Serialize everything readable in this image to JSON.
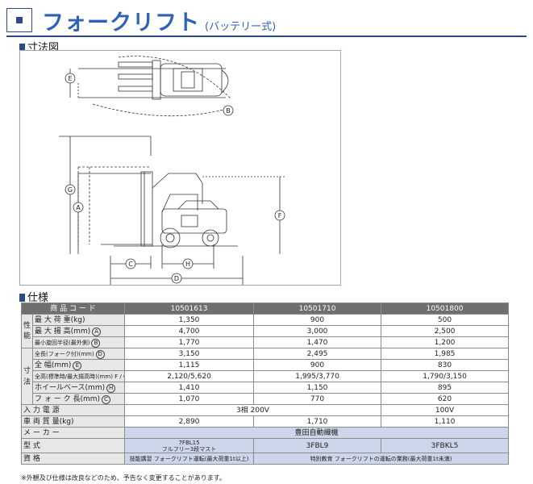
{
  "header": {
    "title": "フォークリフト",
    "subtitle": "(バッテリー式)"
  },
  "sections": {
    "dimensions": "寸法図",
    "specs": "仕様"
  },
  "diagram": {
    "labels": {
      "A": "A",
      "B": "B",
      "C": "C",
      "D": "D",
      "E": "E",
      "F": "F",
      "G": "G",
      "H": "H"
    }
  },
  "table": {
    "header": {
      "code_label": "商 品 コ ー ド",
      "codes": [
        "10501613",
        "10501710",
        "10501800"
      ]
    },
    "group_perf": "性能",
    "group_dim": "寸法",
    "rows": {
      "max_load": {
        "label": "最 大 荷 重(kg)",
        "values": [
          "1,350",
          "900",
          "500"
        ]
      },
      "max_lift": {
        "label": "最 大 揚 高(mm)",
        "mark": "A",
        "values": [
          "4,700",
          "3,000",
          "2,500"
        ]
      },
      "min_radius": {
        "label": "最小旋回半径(最外側)",
        "mark": "B",
        "values": [
          "1,770",
          "1,470",
          "1,200"
        ]
      },
      "length": {
        "label": "全長(フォーク付)(mm)",
        "mark": "D",
        "values": [
          "3,150",
          "2,495",
          "1,985"
        ]
      },
      "width": {
        "label": "全 幅(mm)",
        "mark": "E",
        "values": [
          "1,115",
          "900",
          "830"
        ]
      },
      "height": {
        "label": "全高(標準時/最大揚高時)(mm)",
        "mark": "F / G",
        "values": [
          "2,120/5,620",
          "1,995/3,770",
          "1,790/3,150"
        ]
      },
      "wheelbase": {
        "label": "ホイールベース(mm)",
        "mark": "H",
        "values": [
          "1,410",
          "1,150",
          "895"
        ]
      },
      "fork_length": {
        "label": "フ ォ ー ク 長(mm)",
        "mark": "C",
        "values": [
          "1,070",
          "770",
          "620"
        ]
      },
      "power": {
        "label": "入 力 電 源",
        "value_merged": "3相 200V",
        "value_last": "100V"
      },
      "weight": {
        "label": "車 両 質 量(kg)",
        "values": [
          "2,890",
          "1,710",
          "1,110"
        ]
      },
      "maker": {
        "label": "メ ー カ ー",
        "value": "豊田自動織機"
      },
      "model": {
        "label": "型 式",
        "model1_top": "7FBL15",
        "model1_bottom": "フルフリー3段マスト",
        "model2": "3FBL9",
        "model3": "3FBKL5"
      },
      "license": {
        "label": "資 格",
        "value1": "技能講習 フォークリフト運転(最大荷重1t以上)",
        "value2": "特別教育 フォークリフトの運転の業務(最大荷重1t未満)"
      }
    }
  },
  "note": "※外観及び仕様は改良などのため、予告なく変更することがあります。"
}
